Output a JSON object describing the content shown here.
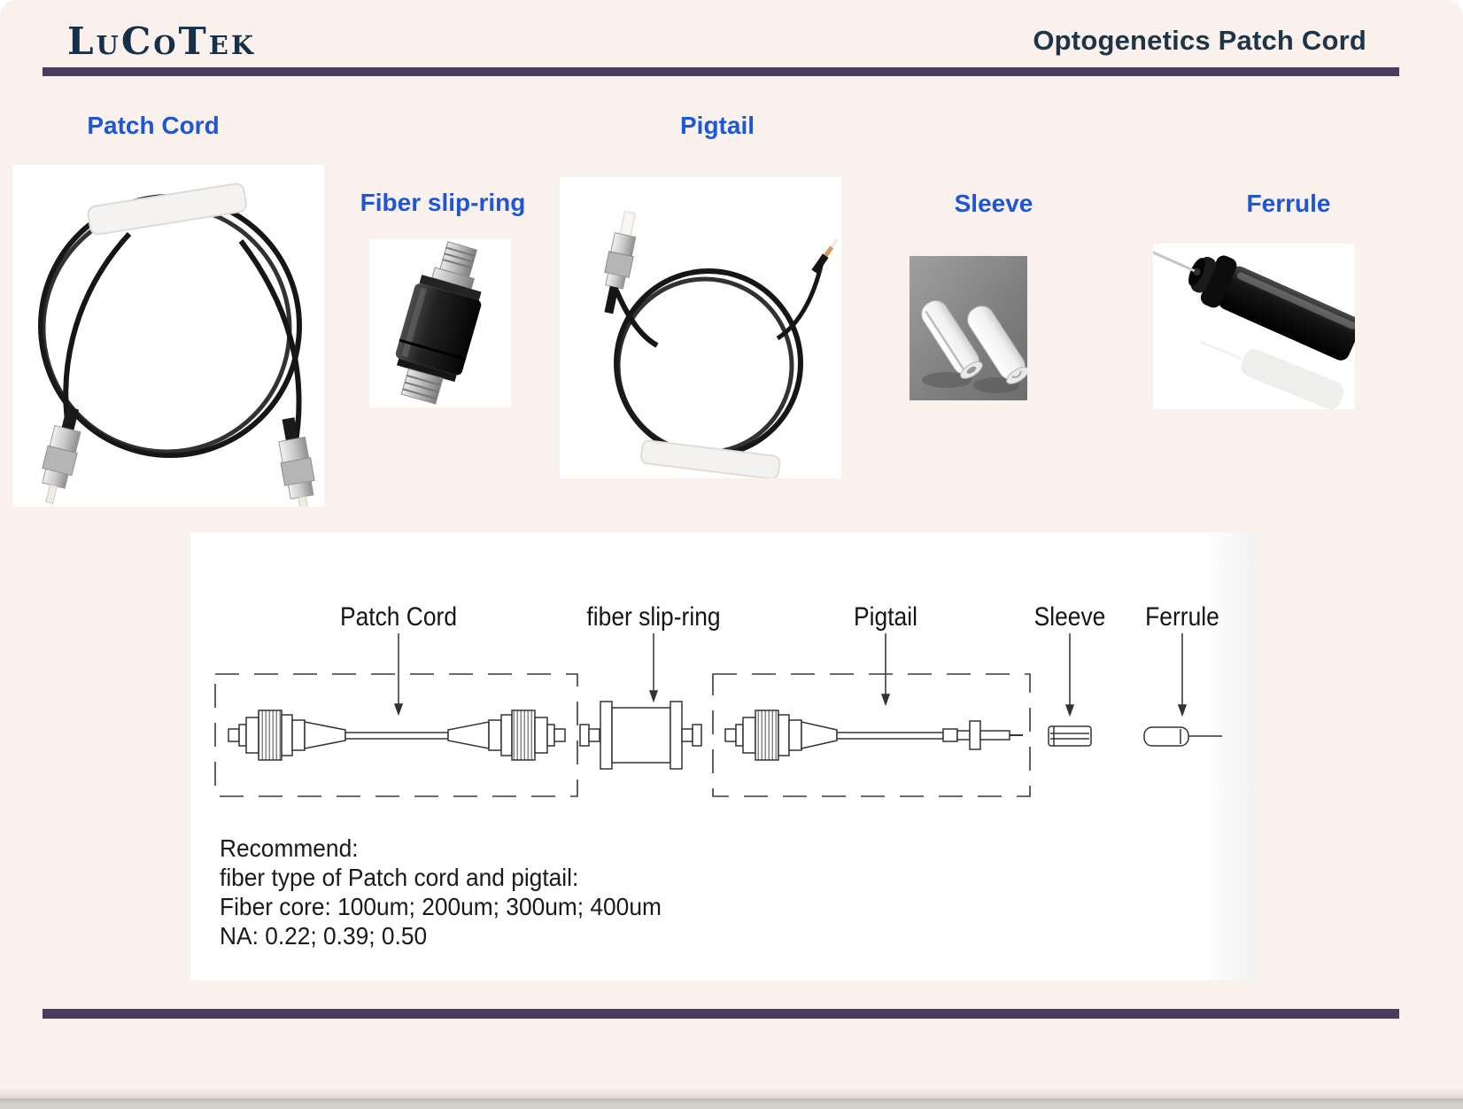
{
  "header": {
    "logo": "LuCoTek",
    "title": "Optogenetics Patch Cord"
  },
  "labels": {
    "patch_cord": "Patch Cord",
    "fiber_slip_ring": "Fiber slip-ring",
    "pigtail": "Pigtail",
    "sleeve": "Sleeve",
    "ferrule": "Ferrule"
  },
  "diagram": {
    "labels": [
      "Patch Cord",
      "fiber slip-ring",
      "Pigtail",
      "Sleeve",
      "Ferrule"
    ],
    "notes": [
      "Recommend:",
      "fiber type of Patch cord and pigtail:",
      "Fiber core: 100um; 200um; 300um; 400um",
      "NA: 0.22; 0.39; 0.50"
    ]
  },
  "images": [
    {
      "name": "patch-cord-photo",
      "description": "coiled black fiber patch cord with two FC connectors"
    },
    {
      "name": "fiber-slip-ring-photo",
      "description": "black cylindrical fiber slip-ring with threaded metal ends"
    },
    {
      "name": "pigtail-photo",
      "description": "coiled black fiber pigtail with FC connector and bare ferrule end"
    },
    {
      "name": "sleeve-photo",
      "description": "two white ceramic split sleeves on grey background"
    },
    {
      "name": "ferrule-photo",
      "description": "black ferrule with protruding optical fiber"
    }
  ],
  "colors": {
    "page_background": "#faf1ec",
    "divider_bar": "#4a3e60",
    "heading_navy": "#1d3547",
    "label_blue": "#1e56d4",
    "diagram_ink": "#333333"
  }
}
